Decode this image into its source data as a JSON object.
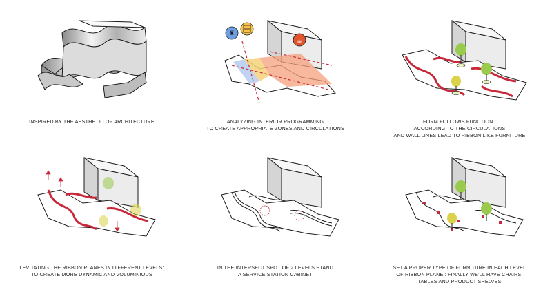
{
  "panels": [
    {
      "caption": [
        "INSPIRED BY THE AESTHETIC OF ARCHITECTURE"
      ]
    },
    {
      "caption": [
        "ANALYZING INTERIOR PROGRAMMING",
        "TO CREATE APPROPRIATE ZONES AND CIRCULATIONS"
      ],
      "icons": [
        "vase-icon",
        "shelf-icon",
        "coffee-cup-icon"
      ]
    },
    {
      "caption": [
        "FORM FOLLOWS FUNCTION :",
        "ACCORDING TO THE CIRCULATIONS",
        "AND WALL LINES LEAD TO RIBBON LIKE FURNITURE"
      ]
    },
    {
      "caption": [
        "LEVITATING THE RIBBON PLANES IN DIFFERENT LEVELS:",
        "TO CREATE MORE DYNAMIC AND VOLUMINIOUS"
      ]
    },
    {
      "caption": [
        "IN THE INTERSECT SPOT OF 2 LEVELS STAND",
        "A SERVICE STATION CABINET"
      ]
    },
    {
      "caption": [
        "SET A PROPER TYPE OF FURNITURE IN EACH LEVEL",
        "OF RIBBON PLANE : FINALLY WE'LL HAVE CHAIRS,",
        "TABLES AND PRODUCT SHELVES"
      ]
    }
  ],
  "colors": {
    "ribbon_red": "#c8283a",
    "zone_blue": "#b9cff0",
    "zone_yellow": "#f6d27a",
    "zone_orange": "#f4a07c",
    "tree_green": "#9acb4e",
    "tree_yellow": "#d9d24a",
    "outline": "#1a1a1a"
  }
}
